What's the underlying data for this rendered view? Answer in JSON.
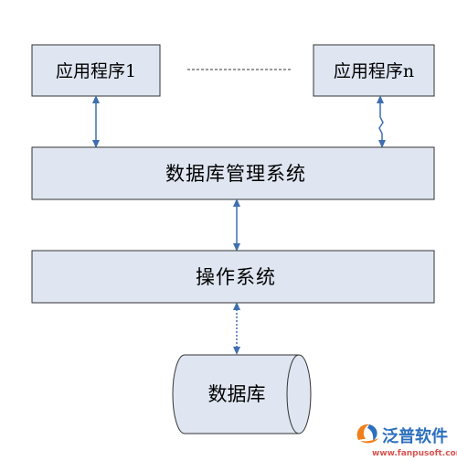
{
  "diagram": {
    "app1_label": "应用程序1",
    "appn_label": "应用程序n",
    "dbms_label": "数据库管理系统",
    "os_label": "操作系统",
    "db_label": "数据库"
  },
  "colors": {
    "box_fill": "#dfe6f2",
    "box_border": "#333333",
    "arrow": "#3f6faf",
    "logo_orange": "#f07f1b",
    "logo_blue": "#2c6fbf",
    "watermark_url": "#d9534f"
  },
  "watermark": {
    "brand": "泛普软件",
    "url": "www.fanpusoft.com"
  }
}
